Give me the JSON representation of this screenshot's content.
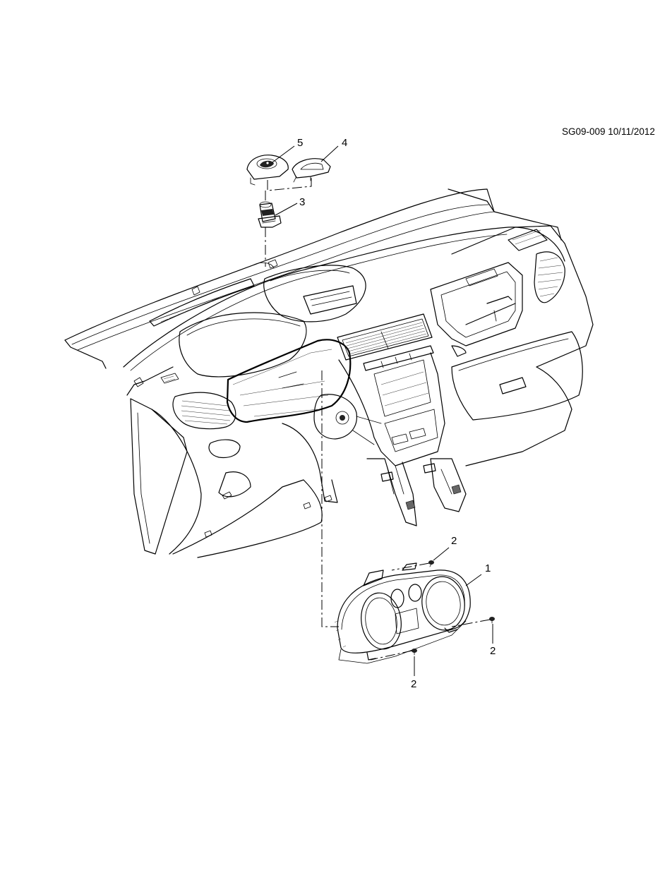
{
  "header": {
    "drawing_code": "SG09-009 10/11/2012"
  },
  "callouts": [
    {
      "id": "callout-1",
      "label": "1"
    },
    {
      "id": "callout-2a",
      "label": "2"
    },
    {
      "id": "callout-2b",
      "label": "2"
    },
    {
      "id": "callout-2c",
      "label": "2"
    },
    {
      "id": "callout-3",
      "label": "3"
    },
    {
      "id": "callout-4",
      "label": "4"
    },
    {
      "id": "callout-5",
      "label": "5"
    }
  ]
}
